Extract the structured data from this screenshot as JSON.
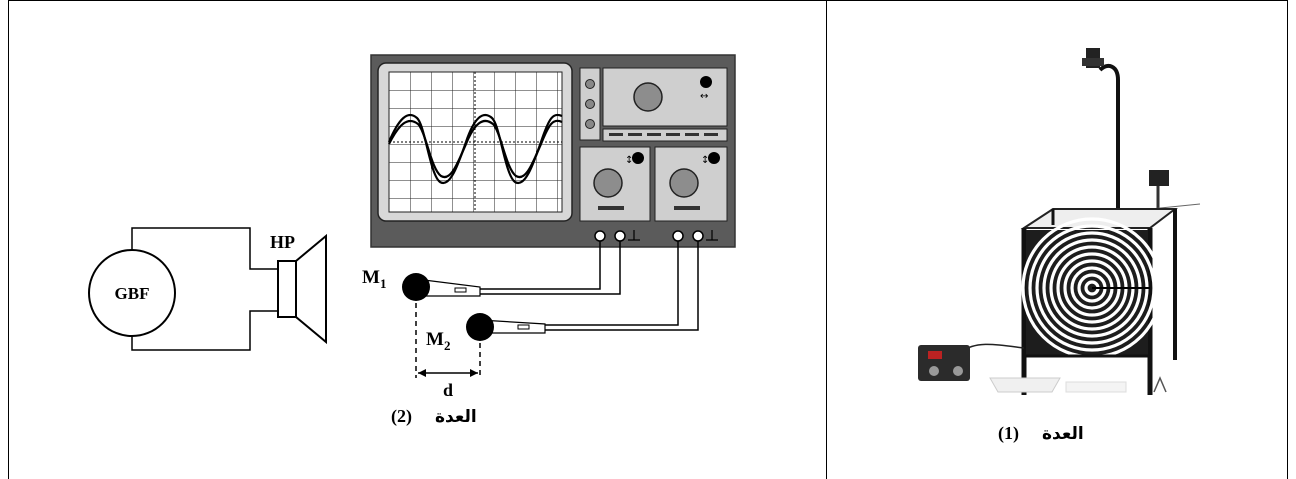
{
  "left_panel": {
    "gbf_label": "GBF",
    "hp_label": "HP",
    "m1_label": "M",
    "m1_sub": "1",
    "m2_label": "M",
    "m2_sub": "2",
    "d_label": "d",
    "caption_word": "العدة",
    "caption_num": "(2)"
  },
  "right_panel": {
    "caption_word": "العدة",
    "caption_num": "(1)"
  }
}
